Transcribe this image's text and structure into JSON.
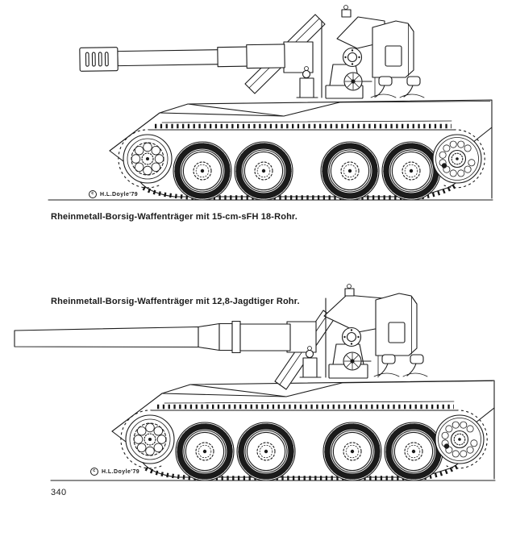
{
  "page": {
    "number": "340"
  },
  "colors": {
    "ink": "#1b1b1b",
    "paper": "#ffffff"
  },
  "figures": [
    {
      "caption": "Rheinmetall-Borsig-Waffenträger mit 15-cm-sFH 18-Rohr.",
      "credit_symbol": "c",
      "credit": "H.L.Doyle'79",
      "subject": "self-propelled gun side view with muzzle-brake howitzer barrel"
    },
    {
      "caption": "Rheinmetall-Borsig-Waffenträger mit 12,8-Jagdtiger Rohr.",
      "credit_symbol": "c",
      "credit": "H.L.Doyle'79",
      "subject": "self-propelled gun side view with long plain barrel"
    }
  ]
}
